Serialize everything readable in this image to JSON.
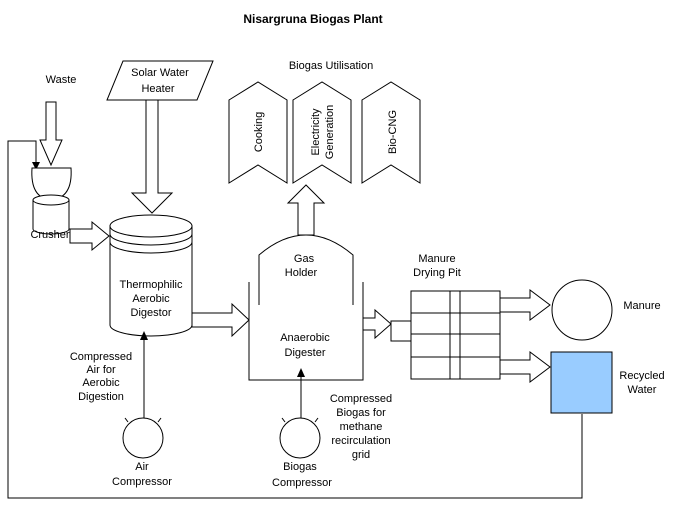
{
  "title": "Nisargruna Biogas Plant",
  "labels": {
    "waste": "Waste",
    "solar_heater_1": "Solar Water",
    "solar_heater_2": "Heater",
    "biogas_utilisation": "Biogas Utilisation",
    "cooking": "Cooking",
    "electricity_1": "Electricity",
    "electricity_2": "Generation",
    "bio_cng": "Bio-CNG",
    "crusher": "Crusher",
    "thermo_1": "Thermophilic",
    "thermo_2": "Aerobic",
    "thermo_3": "Digestor",
    "gas_holder_1": "Gas",
    "gas_holder_2": "Holder",
    "anaerobic_1": "Anaerobic",
    "anaerobic_2": "Digester",
    "manure_pit_1": "Manure",
    "manure_pit_2": "Drying Pit",
    "manure": "Manure",
    "recycled_1": "Recycled",
    "recycled_2": "Water",
    "air_1": "Compressed",
    "air_2": "Air for",
    "air_3": "Aerobic",
    "air_4": "Digestion",
    "air_compressor_1": "Air",
    "air_compressor_2": "Compressor",
    "biogas_air_1": "Compressed",
    "biogas_air_2": "Biogas for",
    "biogas_air_3": "methane",
    "biogas_air_4": "recirculation",
    "biogas_air_5": "grid",
    "biogas_compressor_1": "Biogas",
    "biogas_compressor_2": "Compressor"
  },
  "colors": {
    "recycled_water_fill": "#99ccff"
  }
}
